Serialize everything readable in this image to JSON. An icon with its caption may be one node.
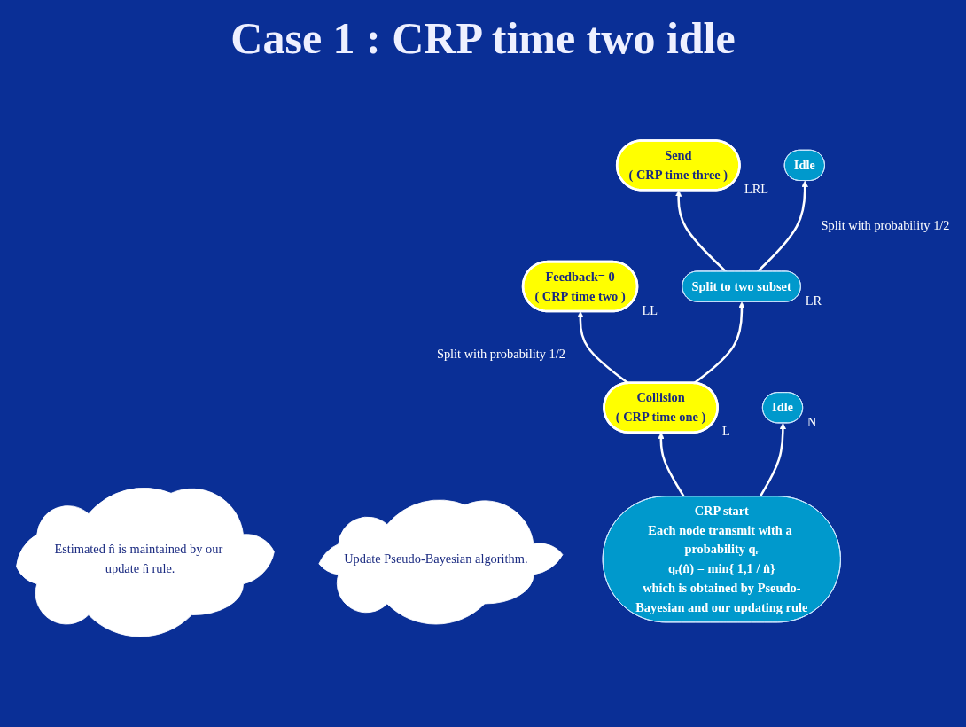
{
  "diagram": {
    "title": "Case 1 : CRP time two idle",
    "nodes": [
      {
        "text": [
          "Estimated n̂ is maintained by our update n̂ rule."
        ]
      },
      {
        "text": [
          "Send",
          "( CRP time three )"
        ],
        "beside": [
          "LRL"
        ]
      },
      {
        "text": [
          "Idle"
        ]
      },
      {
        "text": [
          "Feedback= 0",
          "( CRP time two )"
        ],
        "beside": [
          "LL"
        ]
      },
      {
        "text": [
          "Split to two subset"
        ],
        "beside": [
          "LR"
        ]
      },
      {
        "text": [
          "Collision",
          "( CRP time one )"
        ],
        "beside": [
          "L"
        ]
      },
      {
        "text": [
          "Idle"
        ],
        "beside": [
          "N"
        ]
      },
      {
        "text": [
          "Update Pseudo-Bayesian algorithm."
        ]
      },
      {
        "text": [
          "CRP start",
          "Each node transmit with a probability qᵣ",
          "qᵣ(n̂) = min{ 1,1 / n̂}",
          "which is obtained by Pseudo-Bayesian and our updating rule"
        ]
      }
    ],
    "edges": [
      {
        "from": 8,
        "to": 5,
        "arrow": "to"
      },
      {
        "from": 8,
        "to": 6,
        "arrow": "to"
      },
      {
        "from": 5,
        "to": 3,
        "arrow": "to",
        "label": "Split with probability 1/2"
      },
      {
        "from": 5,
        "to": 4,
        "arrow": "to"
      },
      {
        "from": 4,
        "to": 1,
        "arrow": "to"
      },
      {
        "from": 4,
        "to": 2,
        "arrow": "to",
        "label": "Split with probability 1/2"
      }
    ]
  }
}
